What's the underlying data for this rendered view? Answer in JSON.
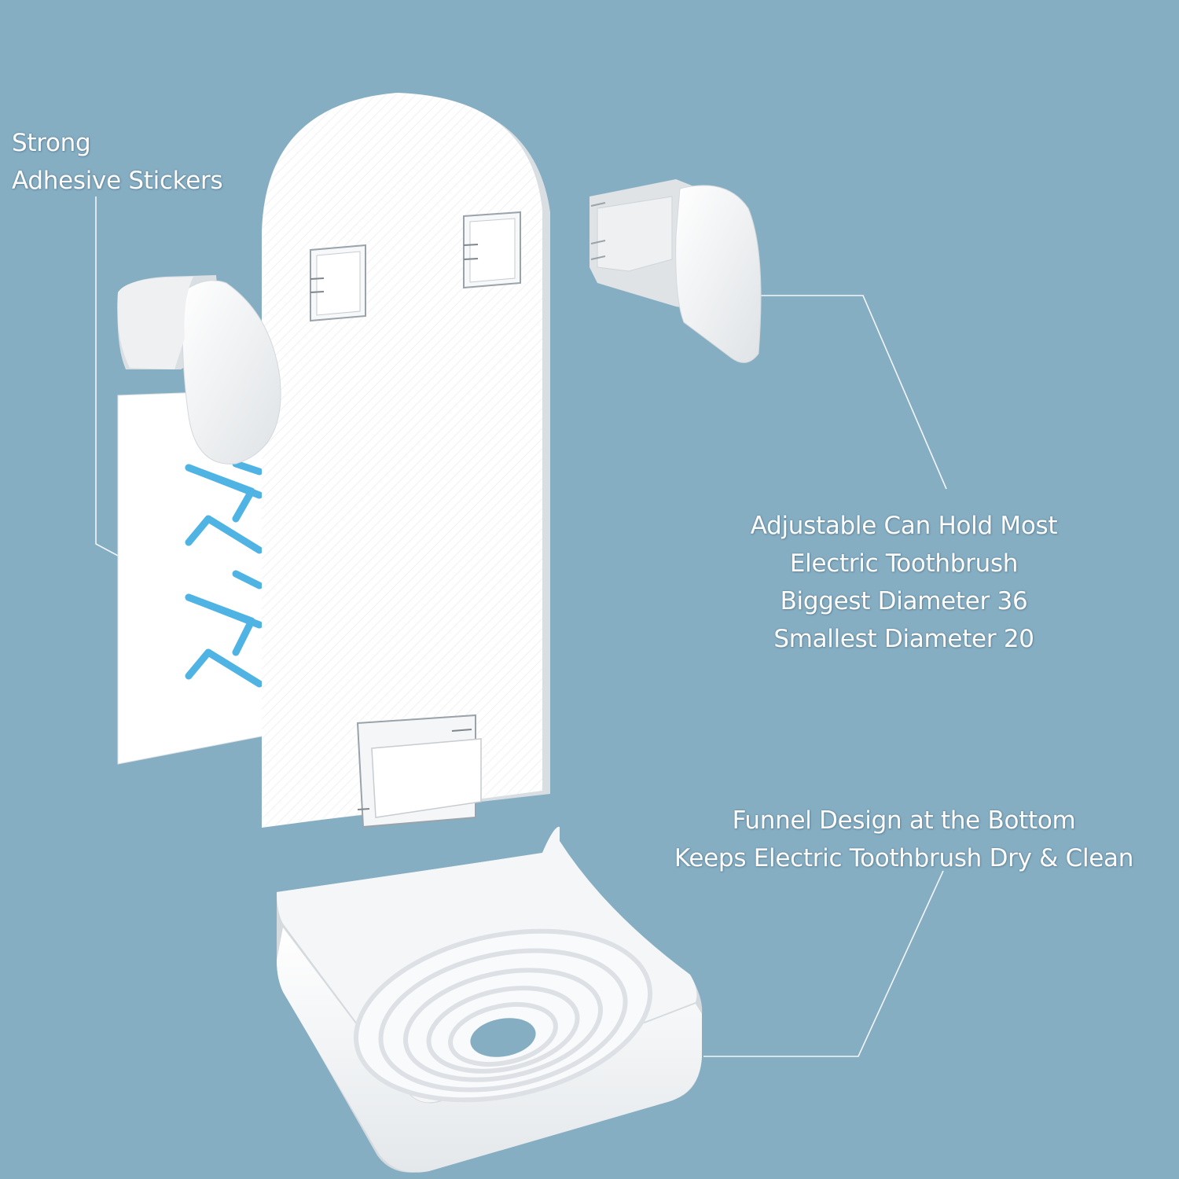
{
  "colors": {
    "background": "#86aec3",
    "part_white": "#ffffff",
    "part_shadow": "#d9dde0",
    "arrow_blue": "#4fb3e3",
    "callout_line": "#f2f6f8"
  },
  "labels": {
    "adhesive": [
      "Strong",
      "Adhesive Stickers"
    ],
    "adjustable": [
      "Adjustable Can Hold Most",
      "Electric Toothbrush",
      "Biggest Diameter 36",
      "Smallest Diameter 20"
    ],
    "funnel": [
      "Funnel Design at the Bottom",
      "Keeps Electric Toothbrush Dry & Clean"
    ]
  },
  "parts": {
    "sticker": "adhesive-sticker",
    "backplate": "wall-backplate",
    "left_clip": "left-holder-clip",
    "right_clip": "right-holder-clip",
    "base_tray": "funnel-base-tray"
  }
}
